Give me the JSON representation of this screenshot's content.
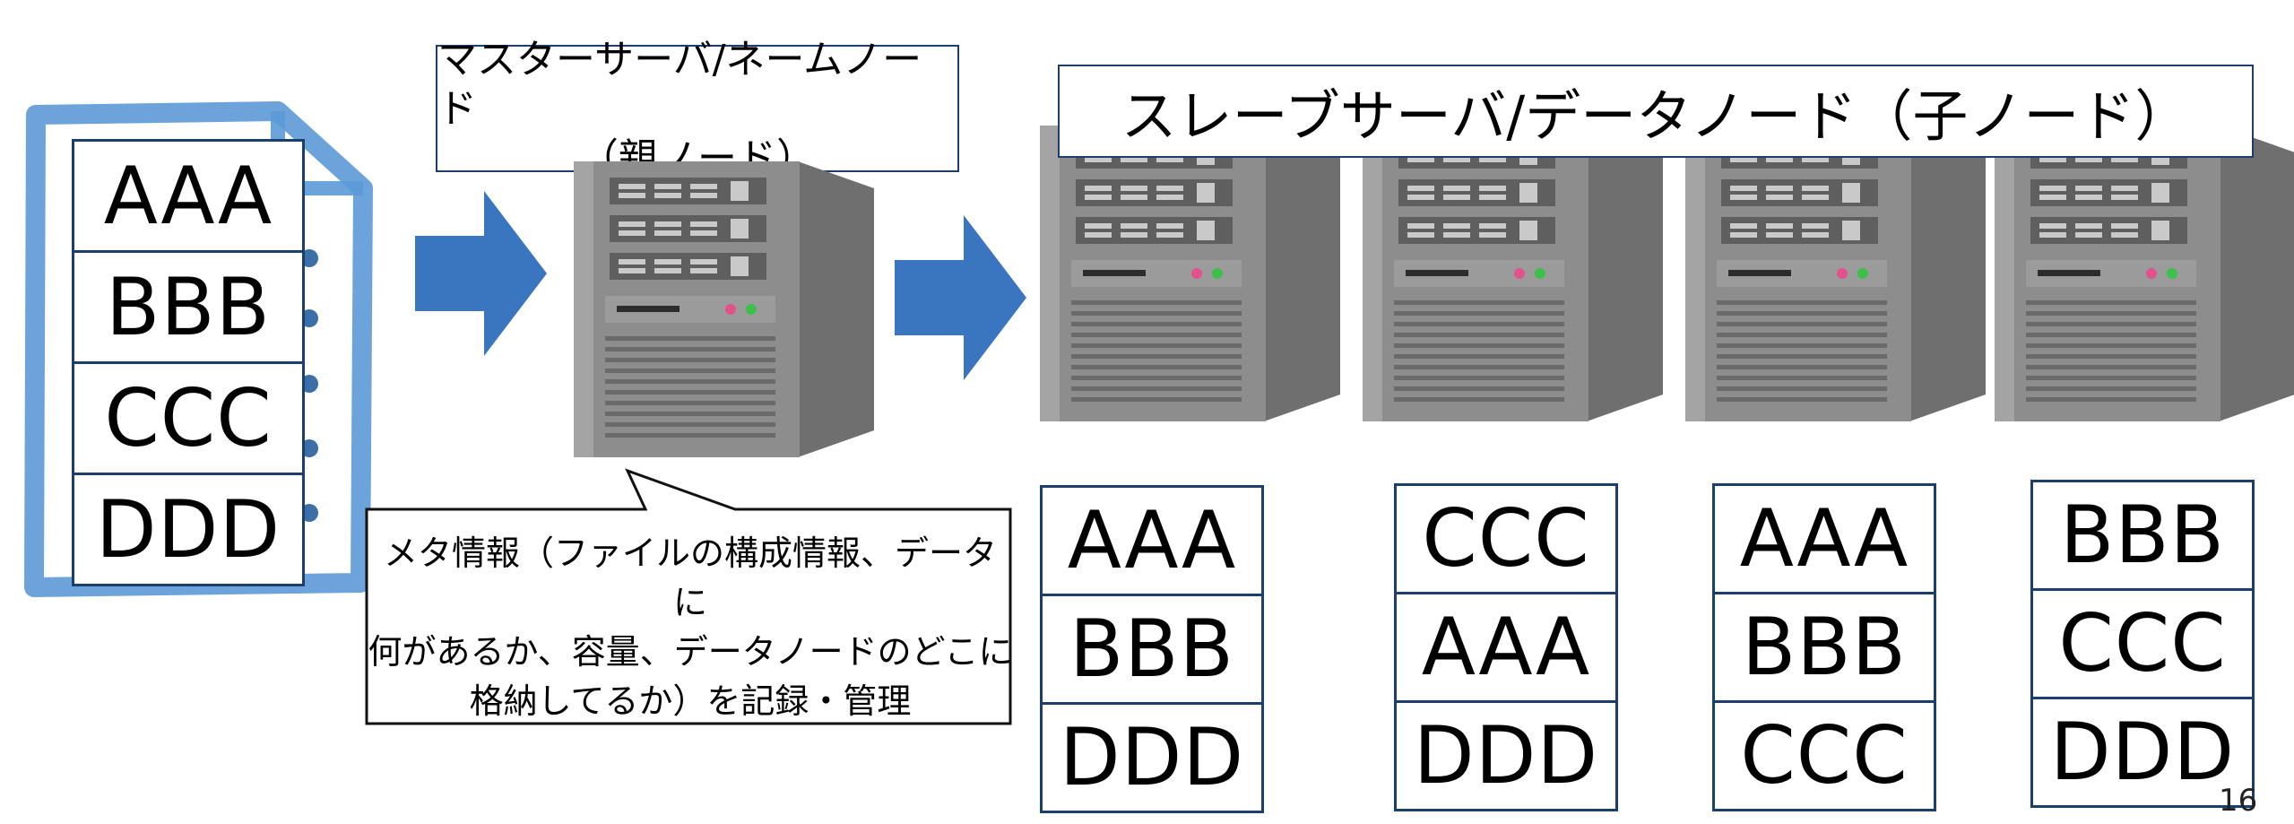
{
  "file_blocks": [
    "AAA",
    "BBB",
    "CCC",
    "DDD"
  ],
  "master_label": {
    "line1": "マスターサーバ/ネームノード",
    "line2": "（親ノード）"
  },
  "slave_label": "スレーブサーバ/データノード（子ノード）",
  "meta_callout": {
    "line1": "メタ情報（ファイルの構成情報、データに",
    "line2": "何があるか、容量、データノードのどこに",
    "line3": "格納してるか）を記録・管理"
  },
  "data_nodes": [
    {
      "blocks": [
        "AAA",
        "BBB",
        "DDD"
      ]
    },
    {
      "blocks": [
        "CCC",
        "AAA",
        "DDD"
      ]
    },
    {
      "blocks": [
        "AAA",
        "BBB",
        "CCC"
      ]
    },
    {
      "blocks": [
        "BBB",
        "CCC",
        "DDD"
      ]
    }
  ],
  "page_number": "16",
  "colors": {
    "arrow": "#3a76bf",
    "file_outline": "#5b9ad6",
    "table_border": "#1a3f6e",
    "server_body": "#8d8d8d"
  }
}
